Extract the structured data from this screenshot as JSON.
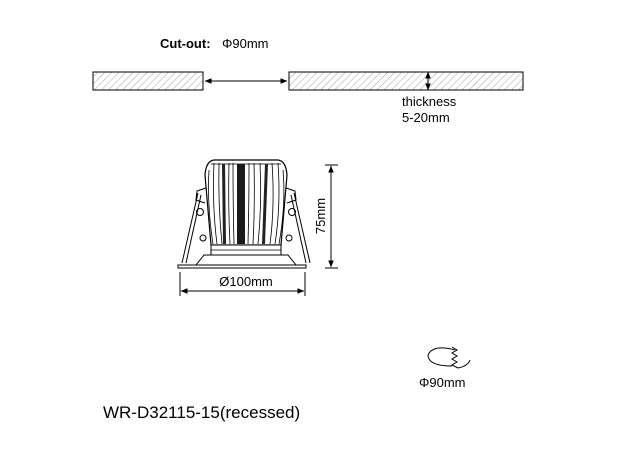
{
  "cutout": {
    "label": "Cut-out:",
    "value": "Φ90mm"
  },
  "thickness": {
    "label": "thickness",
    "value": "5-20mm"
  },
  "height": {
    "value": "75mm"
  },
  "diameter": {
    "value": "Ø100mm"
  },
  "hole_saw": {
    "value": "Φ90mm",
    "icon": "hole-saw-icon"
  },
  "model": {
    "name": "WR-D32115-15(recessed)"
  },
  "colors": {
    "line": "#000000",
    "hatch": "#8a8a8a",
    "background": "#ffffff"
  }
}
